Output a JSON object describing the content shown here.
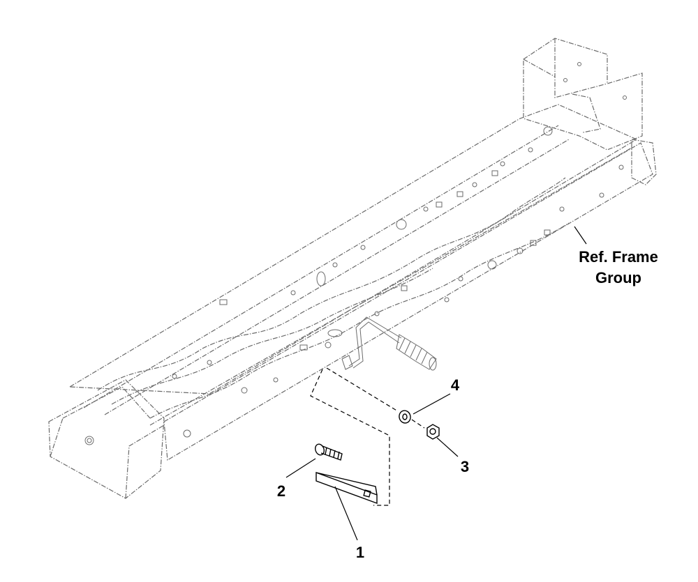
{
  "diagram": {
    "reference_label_line1": "Ref. Frame",
    "reference_label_line2": "Group",
    "callouts": [
      {
        "id": "1",
        "label": "1"
      },
      {
        "id": "2",
        "label": "2"
      },
      {
        "id": "3",
        "label": "3"
      },
      {
        "id": "4",
        "label": "4"
      }
    ]
  }
}
